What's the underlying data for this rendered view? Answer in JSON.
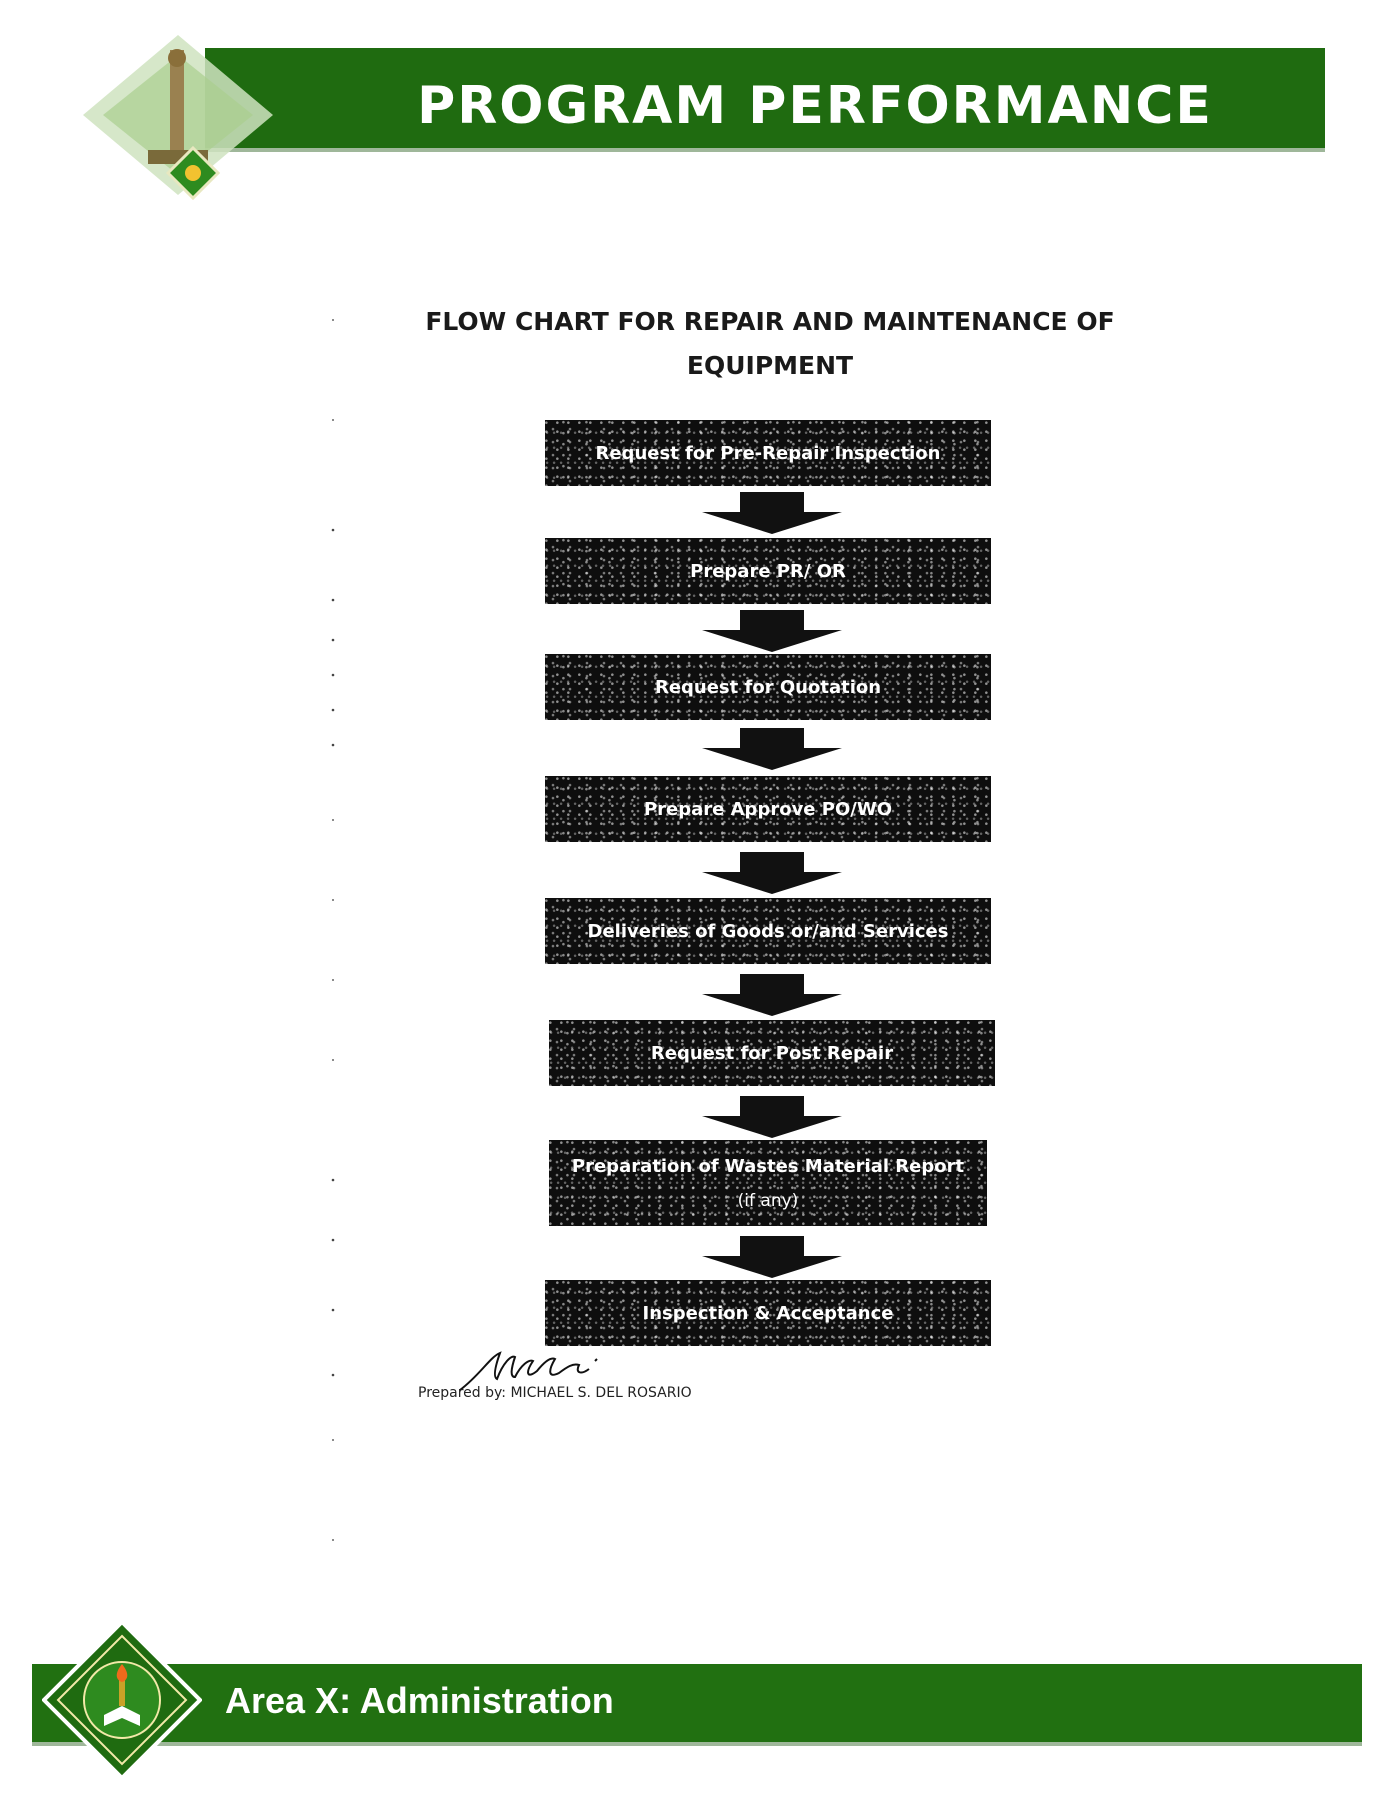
{
  "header": {
    "title": "PROGRAM PERFORMANCE PROFILE"
  },
  "flowchart": {
    "title_line1": "FLOW CHART FOR REPAIR AND MAINTENANCE OF",
    "title_line2": "EQUIPMENT",
    "steps": [
      {
        "label": "Request for Pre-Repair Inspection"
      },
      {
        "label": "Prepare PR/ OR"
      },
      {
        "label": "Request for Quotation"
      },
      {
        "label": "Prepare Approve PO/WO"
      },
      {
        "label": "Deliveries of Goods or/and Services"
      },
      {
        "label": "Request for Post Repair"
      },
      {
        "label": "Preparation of Wastes Material Report",
        "sublabel": "(if any)"
      },
      {
        "label": "Inspection & Acceptance"
      }
    ]
  },
  "signature": {
    "prepared_by": "Prepared by: MICHAEL S. DEL ROSARIO"
  },
  "footer": {
    "title": "Area X: Administration"
  },
  "colors": {
    "brand_green": "#1f6b10",
    "box_black": "#0e0e0e",
    "rule_gray": "#9fb79a"
  }
}
